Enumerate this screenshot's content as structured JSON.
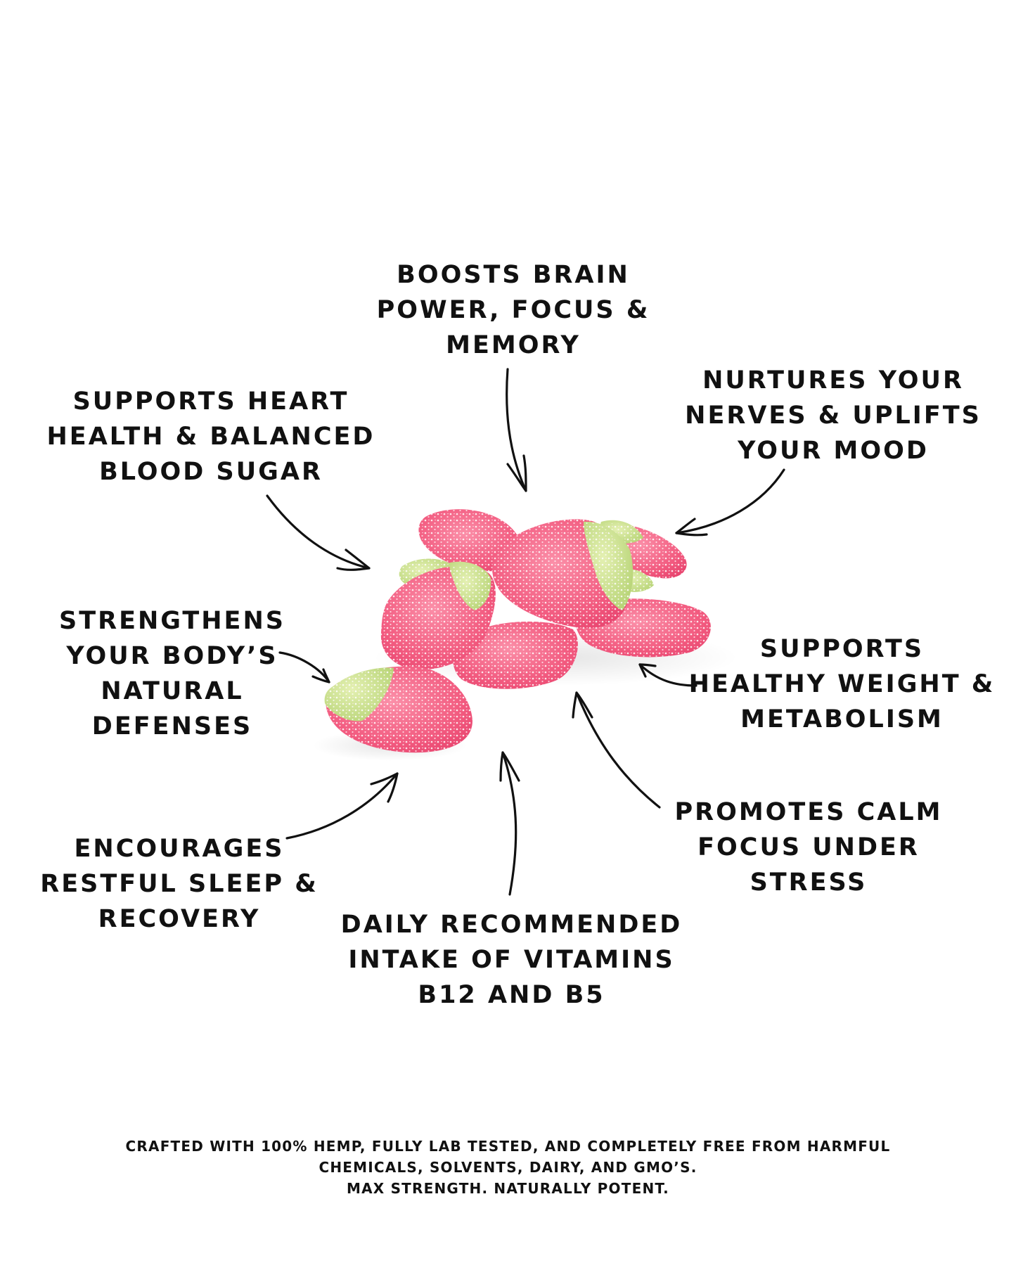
{
  "benefits": {
    "brain": "BOOSTS BRAIN\nPOWER, FOCUS &\nMEMORY",
    "heart": "SUPPORTS HEART\nHEALTH & BALANCED\nBLOOD SUGAR",
    "nerves": "NURTURES YOUR\nNERVES & UPLIFTS\nYOUR MOOD",
    "defenses": "STRENGTHENS\nYOUR BODY’S\nNATURAL\nDEFENSES",
    "weight": "SUPPORTS\nHEALTHY WEIGHT &\nMETABOLISM",
    "calm": "PROMOTES CALM\nFOCUS UNDER\nSTRESS",
    "sleep": "ENCOURAGES\nRESTFUL SLEEP &\nRECOVERY",
    "vitamins": "DAILY RECOMMENDED\nINTAKE OF VITAMINS\nB12 AND B5"
  },
  "footer": {
    "line1": "CRAFTED WITH 100% HEMP, FULLY LAB TESTED, AND COMPLETELY FREE FROM HARMFUL",
    "line2": "CHEMICALS, SOLVENTS, DAIRY, AND GMO’S.",
    "line3": "MAX STRENGTH. NATURALLY POTENT."
  },
  "colors": {
    "background": "#ffffff",
    "text": "#111111",
    "gummy_pink": "#f25a7f",
    "gummy_pink_light": "#f98aa5",
    "gummy_green": "#c6e08a",
    "sugar": "#ffffff"
  }
}
